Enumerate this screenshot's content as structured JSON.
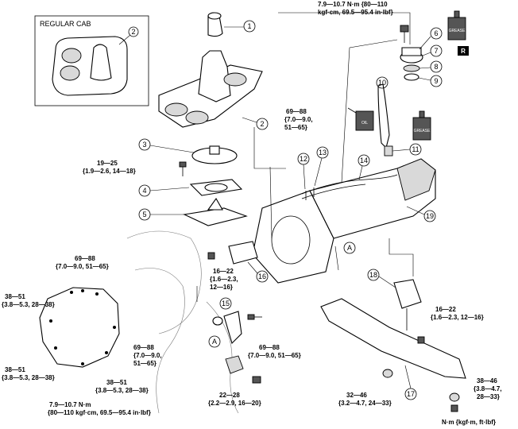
{
  "inset": {
    "title": "REGULAR CAB",
    "callout": "2"
  },
  "callouts": [
    "1",
    "2",
    "3",
    "4",
    "5",
    "6",
    "7",
    "8",
    "9",
    "10",
    "11",
    "12",
    "13",
    "14",
    "15",
    "16",
    "17",
    "18",
    "19"
  ],
  "circle_labels": [
    "A",
    "A"
  ],
  "torques": {
    "t_top_right": [
      "7.9—10.7 N·m {80—110",
      "kgf·cm, 69.5—95.4 in·lbf}"
    ],
    "t_center": [
      "69—88",
      "{7.0—9.0,",
      "51—65}"
    ],
    "t_left_bolt": [
      "19—25",
      "{1.9—2.6, 14—18}"
    ],
    "t_bracket16": [
      "16—22",
      "{1.6—2.3,",
      "12—16}"
    ],
    "t_bell_top": [
      "69—88",
      "{7.0—9.0, 51—65}"
    ],
    "t_bell_left_top": [
      "38—51",
      "{3.8—5.3, 28—38}"
    ],
    "t_bell_right": [
      "69—88",
      "{7.0—9.0,",
      "51—65}"
    ],
    "t_bell_left_bottom": [
      "38—51",
      "{3.8—5.3, 28—38}"
    ],
    "t_bell_bottom_mid": [
      "38—51",
      "{3.8—5.3, 28—38}"
    ],
    "t_bottom_left": [
      "7.9—10.7 N·m",
      "{80—110 kgf·cm, 69.5—95.4 in·lbf}"
    ],
    "t_bracket15": [
      "69—88",
      "{7.0—9.0, 51—65}"
    ],
    "t_bottom_bolt": [
      "22—28",
      "{2.2—2.9, 16—20}"
    ],
    "t_crossmember_bolt": [
      "16—22",
      "{1.6—2.3, 12—16}"
    ],
    "t_crossmember_nut": [
      "32—46",
      "{3.2—4.7, 24—33}"
    ],
    "t_crossmember_right": [
      "38—46",
      "{3.8—4.7,",
      "28—33}"
    ]
  },
  "labels": {
    "r_box": "R",
    "oil_can": "OIL",
    "grease_tube": "GREASE"
  },
  "units_note": "N·m {kgf·m, ft·lbf}"
}
